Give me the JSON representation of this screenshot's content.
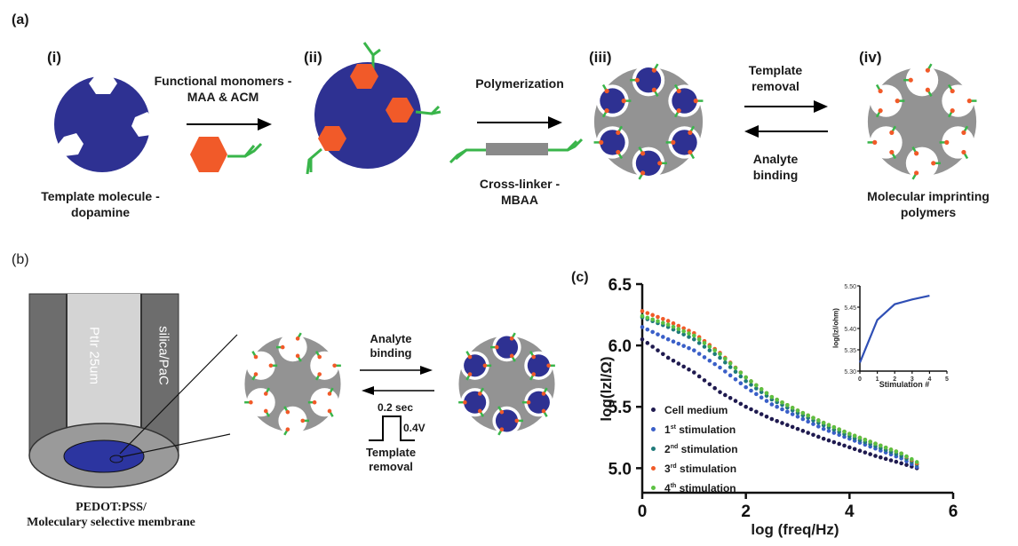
{
  "panel_a": {
    "label": "(a)",
    "steps": [
      {
        "numeral": "(i)",
        "caption_line1": "Template molecule -",
        "caption_line2": "dopamine"
      },
      {
        "numeral": "(ii)"
      },
      {
        "numeral": "(iii)"
      },
      {
        "numeral": "(iv)",
        "caption_line1": "Molecular imprinting",
        "caption_line2": "polymers"
      }
    ],
    "arrow1": {
      "top_line1": "Functional monomers -",
      "top_line2": "MAA & ACM"
    },
    "arrow2": {
      "top": "Polymerization",
      "bottom_line1": "Cross-linker -",
      "bottom_line2": "MBAA"
    },
    "arrow3": {
      "forward_line1": "Template",
      "forward_line2": "removal",
      "reverse_line1": "Analyte",
      "reverse_line2": "binding"
    },
    "colors": {
      "template": "#2e3192",
      "monomer": "#f15a29",
      "linker": "#39b54a",
      "polymer": "#939393"
    }
  },
  "panel_b": {
    "label": "(b)",
    "electrode": {
      "core_label": "PtIr 25um",
      "shell_label": "silica/PaC",
      "caption_line1": "PEDOT:PSS/",
      "caption_line2": "Moleculary selective membrane"
    },
    "forward_line1": "Analyte",
    "forward_line2": "binding",
    "pulse_time": "0.2 sec",
    "pulse_voltage": "0.4V",
    "reverse_line1": "Template",
    "reverse_line2": "removal"
  },
  "chart_data": [
    {
      "panel_label": "(c)",
      "type": "scatter",
      "title": "",
      "xlabel": "log (freq/Hz)",
      "ylabel": "log(lzl/Ω)",
      "xlim": [
        0,
        6
      ],
      "ylim": [
        4.8,
        6.5
      ],
      "xticks": [
        "0",
        "2",
        "4",
        "6"
      ],
      "xtick_values": [
        0,
        2,
        4,
        6
      ],
      "yticks": [
        "5.0",
        "5.5",
        "6.0",
        "6.5"
      ],
      "ytick_values": [
        5.0,
        5.5,
        6.0,
        6.5
      ],
      "grid": false,
      "legend_position": "bottom-left",
      "x": [
        0,
        0.5,
        1,
        1.5,
        2,
        2.5,
        3,
        3.5,
        4,
        4.5,
        5,
        5.3
      ],
      "series": [
        {
          "name": "Cell medium",
          "name_main": "Cell medium",
          "sup": "",
          "suffix": "",
          "color": "#1f1a4f",
          "values": [
            6.05,
            5.9,
            5.78,
            5.62,
            5.5,
            5.4,
            5.32,
            5.24,
            5.17,
            5.1,
            5.04,
            5.0
          ]
        },
        {
          "name": "1st stimulation",
          "name_main": "1",
          "sup": "st",
          "suffix": " stimulation",
          "color": "#3a5fc8",
          "values": [
            6.15,
            6.05,
            5.96,
            5.82,
            5.66,
            5.52,
            5.42,
            5.32,
            5.24,
            5.16,
            5.08,
            5.01
          ]
        },
        {
          "name": "2nd stimulation",
          "name_main": "2",
          "sup": "nd",
          "suffix": " stimulation",
          "color": "#1f7a7a",
          "values": [
            6.23,
            6.15,
            6.05,
            5.9,
            5.71,
            5.56,
            5.45,
            5.35,
            5.26,
            5.18,
            5.1,
            5.03
          ]
        },
        {
          "name": "3rd stimulation",
          "name_main": "3",
          "sup": "rd",
          "suffix": " stimulation",
          "color": "#f05a28",
          "values": [
            6.28,
            6.2,
            6.1,
            5.94,
            5.74,
            5.58,
            5.47,
            5.37,
            5.28,
            5.2,
            5.12,
            5.04
          ]
        },
        {
          "name": "4th stimulation",
          "name_main": "4",
          "sup": "th",
          "suffix": " stimulation",
          "color": "#5cc142",
          "values": [
            6.24,
            6.17,
            6.08,
            5.93,
            5.74,
            5.58,
            5.47,
            5.37,
            5.28,
            5.2,
            5.12,
            5.05
          ]
        }
      ]
    },
    {
      "type": "line",
      "title": "",
      "xlabel": "Stimulation #",
      "ylabel": "log(lzl/ohm)",
      "xlim": [
        0,
        5
      ],
      "ylim": [
        5.3,
        5.5
      ],
      "xticks": [
        "0",
        "1",
        "2",
        "3",
        "4",
        "5"
      ],
      "xtick_values": [
        0,
        1,
        2,
        3,
        4,
        5
      ],
      "yticks": [
        "5.30",
        "5.35",
        "5.40",
        "5.45",
        "5.50"
      ],
      "ytick_values": [
        5.3,
        5.35,
        5.4,
        5.45,
        5.5
      ],
      "grid": false,
      "legend_position": "none",
      "x": [
        0,
        1,
        2,
        3,
        4
      ],
      "series": [
        {
          "name": "log|Z|",
          "color": "#2f4fb5",
          "values": [
            5.32,
            5.42,
            5.457,
            5.468,
            5.477
          ]
        }
      ]
    }
  ]
}
